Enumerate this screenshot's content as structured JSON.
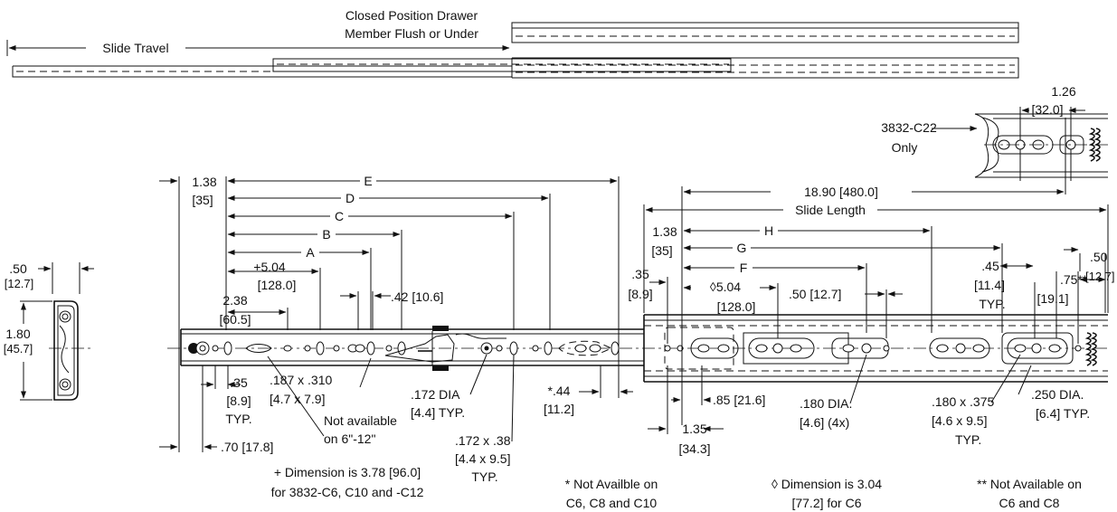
{
  "top_view": {
    "slide_travel": "Slide Travel",
    "closed_position_line1": "Closed Position Drawer",
    "closed_position_line2": "Member Flush or Under"
  },
  "detail": {
    "part_line1": "3832-C22",
    "part_line2": "Only",
    "dim_top": "1.26",
    "dim_top_mm": "[32.0]"
  },
  "cross_section": {
    "width": ".50",
    "width_mm": "[12.7]",
    "height": "1.80",
    "height_mm": "[45.7]"
  },
  "dims": {
    "d138": "1.38",
    "d138_mm": "[35]",
    "E": "E",
    "D": "D",
    "C": "C",
    "B": "B",
    "A": "A",
    "d504": "+5.04",
    "d504_mm": "[128.0]",
    "d238": "2.38",
    "d238_mm": "[60.5]",
    "d042": ".42 [10.6]",
    "d035": ".35",
    "d035_mm": "[8.9]",
    "d035_typ": "TYP.",
    "d187": ".187 x .310",
    "d187_mm": "[4.7 x 7.9]",
    "not_avail1": "Not available",
    "not_avail2": "on 6\"-12\"",
    "d070": ".70 [17.8]",
    "d172dia": ".172 DIA",
    "d172dia_mm": "[4.4] TYP.",
    "d172x38": ".172 x .38",
    "d172x38_mm": "[4.4 x 9.5]",
    "d172x38_typ": "TYP.",
    "d044": "*.44",
    "d044_mm": "[11.2]",
    "d1890": "18.90 [480.0]",
    "slide_length": "Slide Length",
    "r138": "1.38",
    "r138_mm": "[35]",
    "H": "H",
    "G": "G",
    "F": "F",
    "r035": ".35",
    "r035_mm": "[8.9]",
    "r504": "◊5.04",
    "r504_mm": "[128.0]",
    "r050": ".50 [12.7]",
    "r085": ".85 [21.6]",
    "r135": "1.35",
    "r135_mm": "[34.3]",
    "r180dia": ".180 DIA.",
    "r180dia_mm": "[4.6] (4x)",
    "r180x375": ".180 x .375",
    "r180x375_mm": "[4.6 x 9.5]",
    "r180x375_typ": "TYP.",
    "r045": ".45",
    "r045_mm": "[11.4]",
    "r045_typ": "TYP.",
    "r075": ".75**",
    "r075_mm": "[19.1]",
    "r050b": ".50",
    "r050b_mm": "[12.7]",
    "r250dia": ".250 DIA.",
    "r250dia_mm": "[6.4] TYP."
  },
  "notes": [
    {
      "line1": "+ Dimension is 3.78 [96.0]",
      "line2": "for 3832-C6, C10 and -C12"
    },
    {
      "line1": "* Not Availble on",
      "line2": "C6, C8 and C10"
    },
    {
      "line1": "◊ Dimension is 3.04",
      "line2": "[77.2] for C6"
    },
    {
      "line1": "** Not Available on",
      "line2": "C6 and C8"
    }
  ]
}
